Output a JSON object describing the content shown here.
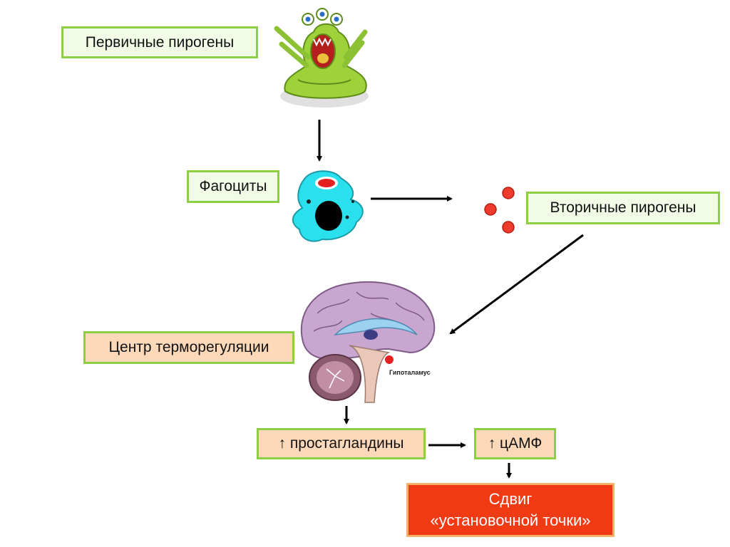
{
  "nodes": {
    "primary_pyrogens": "Первичные пирогены",
    "phagocytes": "Фагоциты",
    "secondary_pyrogens": "Вторичные пирогены",
    "thermo_center": "Центр терморегуляции",
    "prostaglandins": "↑ простагландины",
    "camp": "↑ цАМФ",
    "shift_line1": "Сдвиг",
    "shift_line2": "«установочной точки»"
  },
  "brain_label": "Гипоталамус",
  "colors": {
    "green_border": "#8ccf45",
    "green_fill": "#f1fbe6",
    "peach_fill": "#fdd9b9",
    "red_fill": "#f03a14",
    "red_border": "#f6b26b",
    "cell_cyan": "#2ae0ec",
    "pyrogen_dot": "#ee3b2c"
  },
  "illustrations": [
    "monster-illustration",
    "phagocyte-cell-illustration",
    "pyrogen-dots",
    "brain-illustration"
  ]
}
